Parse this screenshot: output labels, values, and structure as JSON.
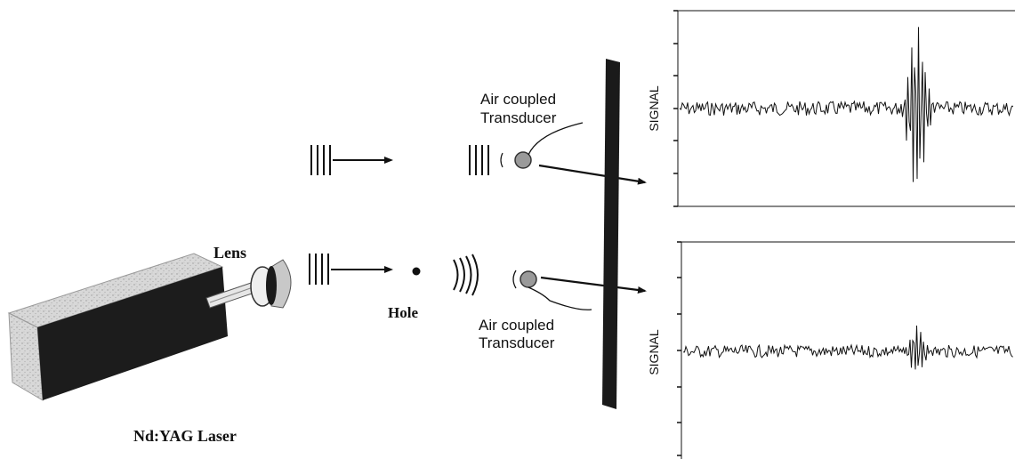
{
  "labels": {
    "lens": "Lens",
    "hole": "Hole",
    "laser": "Nd:YAG Laser",
    "transducer_top_line1": "Air coupled",
    "transducer_top_line2": "Transducer",
    "transducer_bottom_line1": "Air coupled",
    "transducer_bottom_line2": "Transducer"
  },
  "plots": [
    {
      "ylabel": "SIGNAL",
      "burst_amplitude": "large"
    },
    {
      "ylabel": "SIGNAL",
      "burst_amplitude": "small"
    }
  ],
  "colors": {
    "ink": "#111111",
    "laser_front": "#1c1c1c",
    "laser_side": "#cfcfcf",
    "laser_top": "#e2e2e2",
    "lens_fill": "#c8c8c8",
    "transducer_fill": "#9a9a9a",
    "plate": "#1a1a1a",
    "background": "#ffffff"
  }
}
